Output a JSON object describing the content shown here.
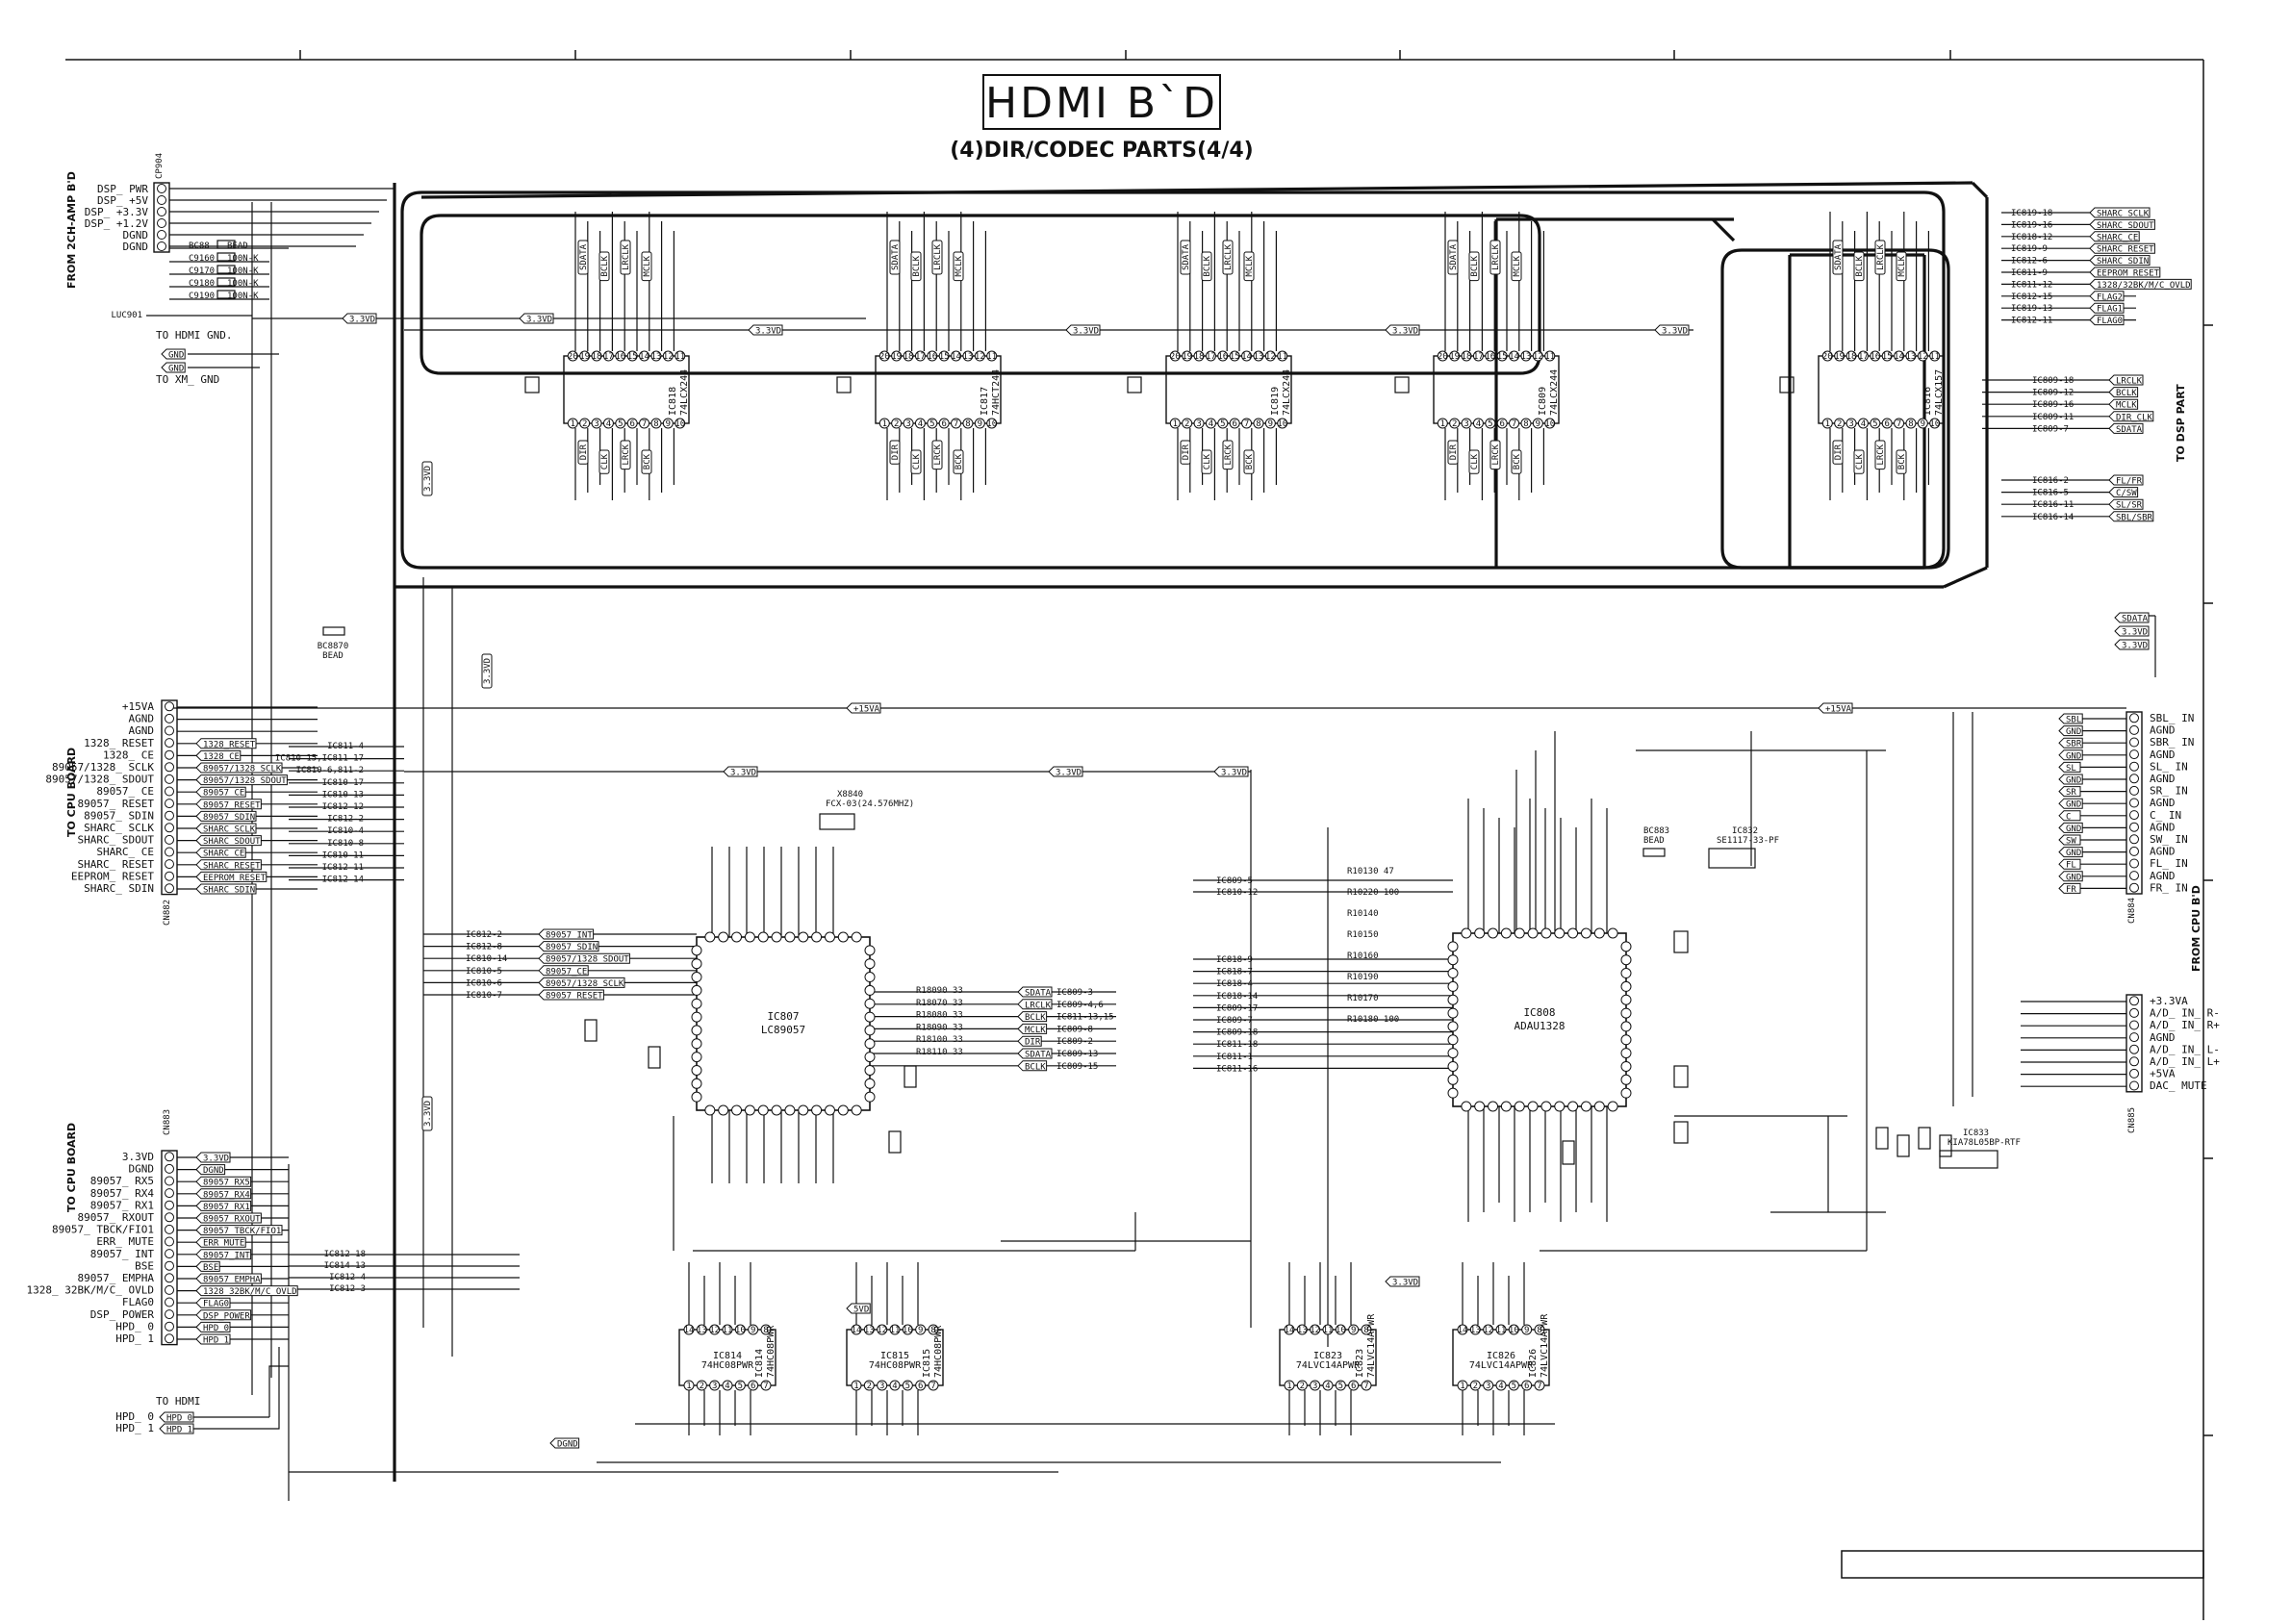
{
  "header": {
    "board_title": "HDMI B`D",
    "subtitle": "(4)DIR/CODEC PARTS(4/4)"
  },
  "left": {
    "amp_connector": "CP904",
    "amp_label": "FROM 2CH-AMP B'D",
    "amp_pins": [
      "DSP_ PWR",
      "DSP_ +5V",
      "DSP_ +3.3V",
      "DSP_ +1.2V",
      "DGND",
      "DGND"
    ],
    "amp_parts": [
      "BC88",
      "C9160",
      "C9170",
      "C9180",
      "C9190"
    ],
    "amp_values": [
      "BEAD",
      "100N-K",
      "100N-K",
      "100N-K",
      "100N-K"
    ],
    "luc": "LUC901",
    "to_hdmi_gnd": "TO HDMI GND.",
    "to_xm_gnd": "TO XM_ GND",
    "gnd_tag": "GND",
    "cpu1_connector": "CN882",
    "cpu1_label": "TO CPU BOARD",
    "cpu1_pins": [
      "+15VA",
      "AGND",
      "AGND",
      "1328_ RESET",
      "1328_ CE",
      "89057/1328_ SCLK",
      "89057/1328_ SDOUT",
      "89057_ CE",
      "89057_ RESET",
      "89057_ SDIN",
      "SHARC_ SCLK",
      "SHARC_ SDOUT",
      "SHARC_ CE",
      "SHARC_ RESET",
      "EEPROM_ RESET",
      "SHARC_ SDIN"
    ],
    "cpu1_refs": [
      "IC811-4",
      "IC810-15,IC811-17",
      "IC810-6,811-2",
      "IC810-17",
      "IC810-13",
      "IC812-12",
      "IC812-2",
      "IC810-4",
      "IC810-8",
      "IC810-11",
      "IC812-11",
      "IC812-14"
    ],
    "cpu2_connector": "CN883",
    "cpu2_label": "TO CPU BOARD",
    "cpu2_pins": [
      "3.3VD",
      "DGND",
      "89057_ RX5",
      "89057_ RX4",
      "89057_ RX1",
      "89057_ RXOUT",
      "89057_ TBCK/FIO1",
      "ERR_ MUTE",
      "89057_ INT",
      "BSE",
      "89057_ EMPHA",
      "1328_ 32BK/M/C_ OVLD",
      "FLAG0",
      "DSP_ POWER",
      "HPD_ 0",
      "HPD_ 1"
    ],
    "cpu2_refs": [
      "IC812-18",
      "IC814-13",
      "IC812-4",
      "IC812-3"
    ],
    "to_hdmi": "TO HDMI",
    "hdmi_pins": [
      "HPD_ 0",
      "HPD_ 1"
    ],
    "bead": "BC8870",
    "bead_val": "BEAD"
  },
  "buffers": [
    {
      "ref": "IC818",
      "part": "74LCX244"
    },
    {
      "ref": "IC817",
      "part": "74HCT244"
    },
    {
      "ref": "IC819",
      "part": "74LCX244"
    },
    {
      "ref": "IC809",
      "part": "74LCX244"
    },
    {
      "ref": "IC816",
      "part": "74LCX157"
    }
  ],
  "rails": {
    "v33d": "3.3VD",
    "v15va": "+15VA",
    "v5vd": "5VD",
    "dgnd": "DGND"
  },
  "dir": {
    "ref": "IC807",
    "part": "LC89057",
    "xtal": "X8840",
    "xtal_val": "FCX-03(24.576MHZ)",
    "left_refs": [
      "IC812-2",
      "IC812-8",
      "IC810-14",
      "IC810-5",
      "IC810-6",
      "IC810-7"
    ],
    "right_refs": [
      "IC809-3",
      "IC809-4,6",
      "IC811-13,15",
      "IC809-8",
      "IC809-2",
      "IC809-13",
      "IC809-15"
    ],
    "resistors": [
      "R18090 33",
      "R18070 33",
      "R18080 33",
      "R18090 33",
      "R18100 33",
      "R18110 33"
    ]
  },
  "codec": {
    "ref": "IC808",
    "part": "ADAU1328",
    "reg": "IC832",
    "reg_part": "SE1117-33-PF",
    "bead": "BC883",
    "bead_val": "BEAD",
    "left_refs": [
      "IC809-5",
      "IC810-12",
      "IC818-9",
      "IC818-7",
      "IC818-4",
      "IC818-14",
      "IC809-17",
      "IC809-7",
      "IC809-18",
      "IC811-18",
      "IC811-1",
      "IC811-16"
    ],
    "resistors": [
      "R10130 47",
      "R10220 100",
      "R10140",
      "R10150",
      "R10160",
      "R10190",
      "R10170",
      "R10180 100"
    ]
  },
  "logic": [
    {
      "ref": "IC814",
      "part": "74HC08PWR"
    },
    {
      "ref": "IC815",
      "part": "74HC08PWR"
    },
    {
      "ref": "IC823",
      "part": "74LVC14APWR"
    },
    {
      "ref": "IC826",
      "part": "74LVC14APWR"
    }
  ],
  "dsp": {
    "label": "TO DSP PART",
    "refs": [
      "IC819-18",
      "IC819-16",
      "IC818-12",
      "IC819-9",
      "IC812-6",
      "IC811-9",
      "IC811-12",
      "IC812-15",
      "IC819-13",
      "IC812-11"
    ],
    "signals": [
      "SHARC_ SCLK",
      "SHARC_ SDOUT",
      "SHARC_ CE",
      "SHARC_ RESET",
      "SHARC_ SDIN",
      "EEPROM_ RESET",
      "1328/32BK/M/C_ OVLD",
      "FLAG2",
      "FLAG1",
      "FLAG0"
    ],
    "refs2": [
      "IC809-18",
      "IC809-12",
      "IC809-16",
      "IC809-11",
      "IC809-7"
    ],
    "signals2": [
      "LRCLK",
      "BCLK",
      "MCLK",
      "DIR_CLK",
      "SDATA"
    ],
    "refs3": [
      "IC816-2",
      "IC816-5",
      "IC816-11",
      "IC816-14"
    ],
    "signals3": [
      "FL/FR",
      "C/SW",
      "SL/SR",
      "SBL/SBR"
    ]
  },
  "right": {
    "cpu_label": "FROM CPU B'D",
    "conn1": "CN884",
    "conn1_pins": [
      "SBL_ IN",
      "AGND",
      "SBR_ IN",
      "AGND",
      "SL_ IN",
      "AGND",
      "SR_ IN",
      "AGND",
      "C_ IN",
      "AGND",
      "SW_ IN",
      "AGND",
      "FL_ IN",
      "AGND",
      "FR_ IN"
    ],
    "conn2": "CN885",
    "conn2_pins": [
      "+3.3VA",
      "A/D_ IN_ R-",
      "A/D_ IN_ R+",
      "AGND",
      "A/D_ IN_ L-",
      "A/D_ IN_ L+",
      "+5VA",
      "DAC_ MUTE"
    ],
    "reg2": "IC833",
    "reg2_part": "KIA78L05BP-RTF"
  }
}
